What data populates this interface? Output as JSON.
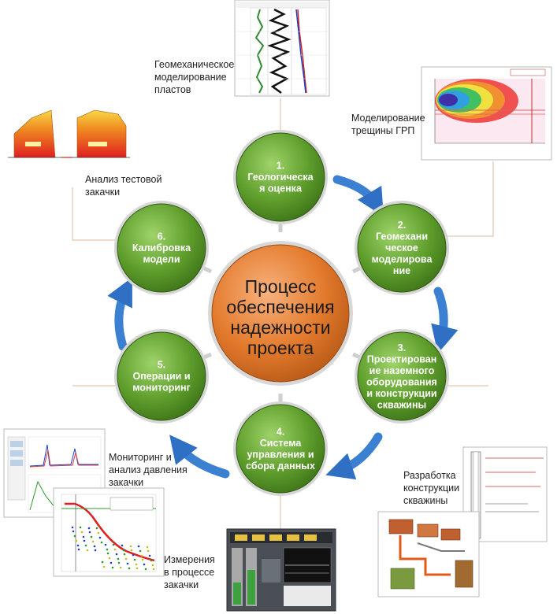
{
  "center": {
    "lines": [
      "Процесс",
      "обеспечения",
      "надежности",
      "проекта"
    ]
  },
  "nodes": [
    {
      "lines": [
        "1.",
        "Геологическа",
        "я оценка"
      ]
    },
    {
      "lines": [
        "2.",
        "Геомехани",
        "ческое",
        "моделирова",
        "ние"
      ]
    },
    {
      "lines": [
        "3.",
        "Проектирован",
        "ие наземного",
        "оборудования",
        "и конструкции",
        "скважины"
      ]
    },
    {
      "lines": [
        "4.",
        "Система",
        "управления и",
        "сбора данных"
      ]
    },
    {
      "lines": [
        "5.",
        "Операции и",
        "мониторинг"
      ]
    },
    {
      "lines": [
        "6.",
        "Калибровка",
        "модели"
      ]
    }
  ],
  "captions": {
    "geomech_layers": [
      "Геомеханическое",
      "моделирование",
      "пластов"
    ],
    "frac_modeling": [
      "Моделирование",
      "трещины ГРП"
    ],
    "test_injection": [
      "Анализ тестовой",
      "закачки"
    ],
    "monitoring": [
      "Мониторинг и",
      "анализ давления",
      "закачки"
    ],
    "well_design": [
      "Разработка",
      "конструкции",
      "скважины"
    ],
    "measurements": [
      "Измерения",
      "в процессе",
      "закачки"
    ]
  },
  "colors": {
    "node_green": "#5a9a2a",
    "node_green_light": "#8cc45a",
    "center_orange": "#e07a2a",
    "center_orange_light": "#f6b07a",
    "arrow_blue": "#3c7fd0",
    "ring_gray": "#c9c9c9"
  },
  "icons": [
    "log-chart-thumbnail",
    "frac-contour-thumbnail",
    "test-injection-thumbnail",
    "pressure-monitoring-thumbnail",
    "well-design-thumbnail",
    "control-panel-thumbnail"
  ]
}
